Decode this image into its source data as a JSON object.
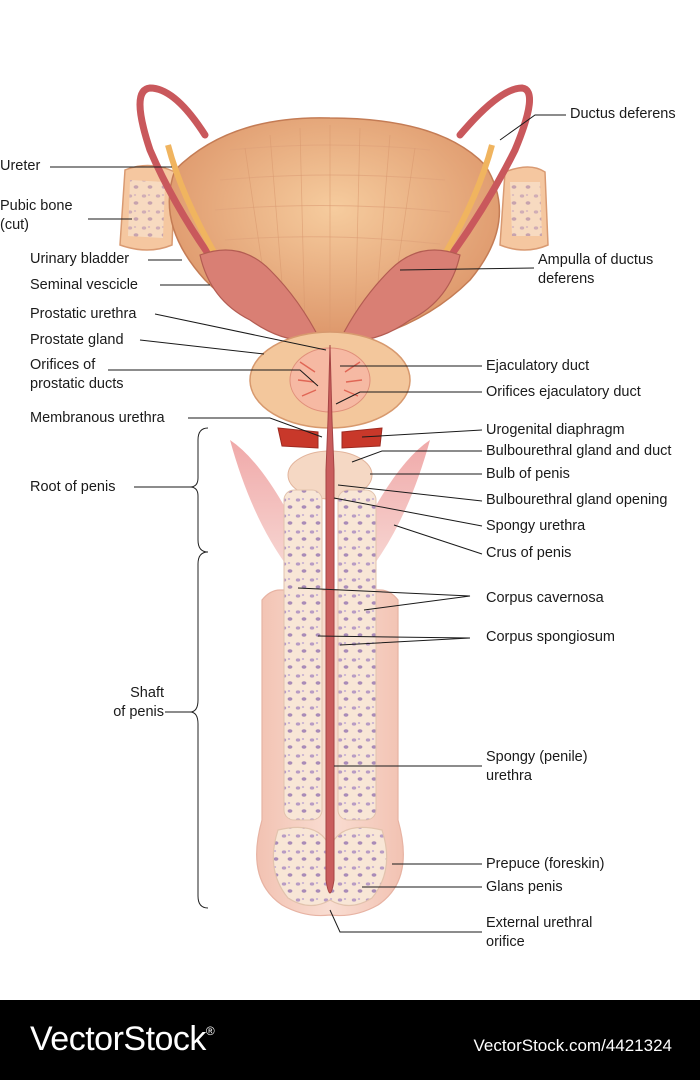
{
  "diagram": {
    "labels_left": {
      "ureter": "Ureter",
      "pubic_bone": "Pubic bone\n(cut)",
      "urinary_bladder": "Urinary bladder",
      "seminal_vesicle": "Seminal vescicle",
      "prostatic_urethra": "Prostatic urethra",
      "prostate_gland": "Prostate gland",
      "orifices_prostatic_ducts": "Orifices of\nprostatic ducts",
      "membranous_urethra": "Membranous urethra",
      "root_of_penis": "Root of penis",
      "shaft_of_penis": "Shaft\nof penis"
    },
    "labels_right": {
      "ductus_deferens": "Ductus deferens",
      "ampulla": "Ampulla of ductus\ndeferens",
      "ejaculatory_duct": "Ejaculatory duct",
      "orifices_ejaculatory_duct": "Orifices ejaculatory duct",
      "urogenital_diaphragm": "Urogenital diaphragm",
      "bulbourethral_gland_duct": "Bulbourethral gland and duct",
      "bulb_of_penis": "Bulb of penis",
      "bulbourethral_opening": "Bulbourethral gland opening",
      "spongy_urethra": "Spongy urethra",
      "crus_of_penis": "Crus of penis",
      "corpus_cavernosa": "Corpus cavernosa",
      "corpus_spongiosum": "Corpus spongiosum",
      "spongy_penile_urethra": "Spongy (penile)\nurethra",
      "prepuce": "Prepuce (foreskin)",
      "glans_penis": "Glans penis",
      "external_urethral_orifice": "External urethral\norifice"
    },
    "colors": {
      "bladder": "#e9a877",
      "tissue_pink": "#f2b9a9",
      "vessel": "#d1666a",
      "erectile": "#f8e6d6",
      "spots": "#b89cc4",
      "muscle_red": "#c8382a"
    }
  },
  "footer": {
    "brand": "VectorStock",
    "registered": "®",
    "credit": "VectorStock.com/4421324"
  }
}
